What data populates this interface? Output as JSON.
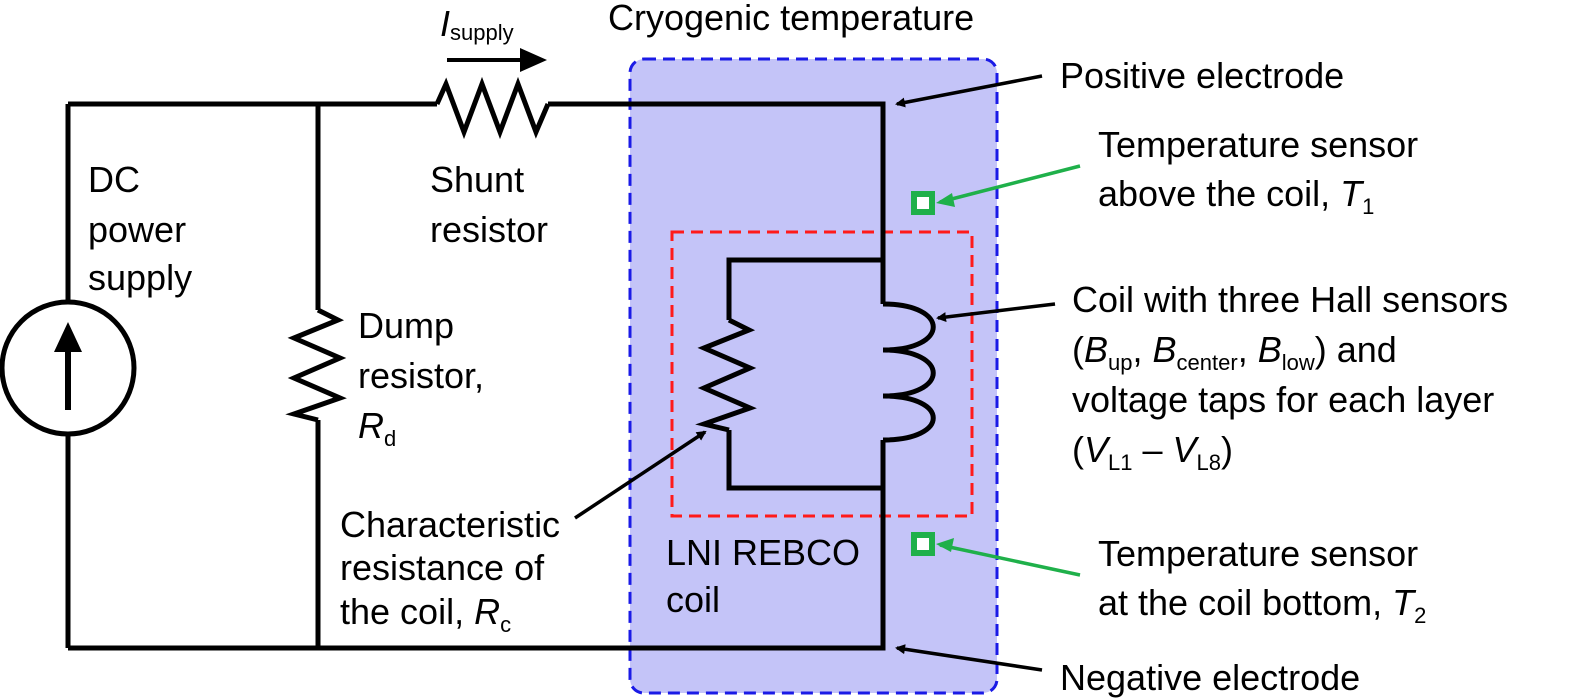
{
  "colors": {
    "cryo_fill": "#c4c4f8",
    "cryo_border": "#1a1ae6",
    "coil_border": "#ff1a1a",
    "sensor_green": "#1fb04a",
    "wire": "#000000"
  },
  "cryo": {
    "label": "Cryogenic temperature"
  },
  "supply_current": {
    "symbol": "I",
    "subscript": "supply"
  },
  "dc_supply": {
    "line1": "DC",
    "line2": "power",
    "line3": "supply"
  },
  "shunt": {
    "line1": "Shunt",
    "line2": "resistor"
  },
  "dump": {
    "line1": "Dump",
    "line2": "resistor,",
    "symbol": "R",
    "subscript": "d"
  },
  "characteristic": {
    "line1": "Characteristic",
    "line2": "resistance of",
    "line3": "the coil, ",
    "symbol": "R",
    "subscript": "c"
  },
  "coil_box": {
    "line1": "LNI REBCO",
    "line2": "coil"
  },
  "positive": {
    "label": "Positive electrode"
  },
  "negative": {
    "label": "Negative electrode"
  },
  "sensor_top": {
    "line1": "Temperature sensor",
    "line2": "above the coil, ",
    "symbol": "T",
    "subscript": "1"
  },
  "sensor_bottom": {
    "line1": "Temperature sensor",
    "line2": "at the coil bottom, ",
    "symbol": "T",
    "subscript": "2"
  },
  "coil_desc": {
    "line1": "Coil with three Hall sensors",
    "open_paren": "(",
    "b": "B",
    "up": "up",
    "center": "center",
    "low": "low",
    "comma": ", ",
    "and_text": ") and",
    "line3": "voltage taps for each layer",
    "v": "V",
    "l1": "L1",
    "dash": " – ",
    "l8": "L8",
    "close_paren": ")"
  }
}
